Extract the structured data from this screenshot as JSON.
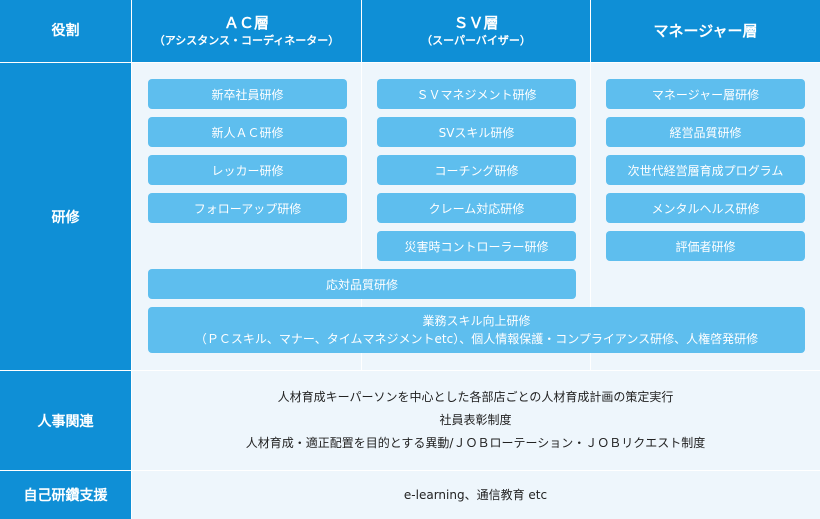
{
  "header": {
    "role": "役割",
    "ac_title": "ＡＣ層",
    "ac_sub": "（アシスタンス・コーディネーター）",
    "sv_title": "ＳＶ層",
    "sv_sub": "（スーパーバイザー）",
    "mgr_title": "マネージャー層"
  },
  "rows": {
    "training": "研修",
    "hr": "人事関連",
    "self": "自己研鑽支援"
  },
  "ac_items": [
    "新卒社員研修",
    "新人ＡＣ研修",
    "レッカー研修",
    "フォローアップ研修"
  ],
  "sv_items": [
    "ＳＶマネジメント研修",
    "SVスキル研修",
    "コーチング研修",
    "クレーム対応研修",
    "災害時コントローラー研修"
  ],
  "mgr_items": [
    "マネージャー層研修",
    "経営品質研修",
    "次世代経営層育成プログラム",
    "メンタルヘルス研修",
    "評価者研修"
  ],
  "shared": {
    "quality": "応対品質研修",
    "business_line1": "業務スキル向上研修",
    "business_line2": "（ＰＣスキル、マナー、タイムマネジメントetc）、個人情報保護・コンプライアンス研修、人権啓発研修"
  },
  "hr_lines": [
    "人材育成キーパーソンを中心とした各部店ごとの人材育成計画の策定実行",
    "社員表彰制度",
    "人材育成・適正配置を目的とする異動/ＪＯＢローテーション・ＪＯＢリクエスト制度"
  ],
  "self_text": "e-learning、通信教育 etc"
}
